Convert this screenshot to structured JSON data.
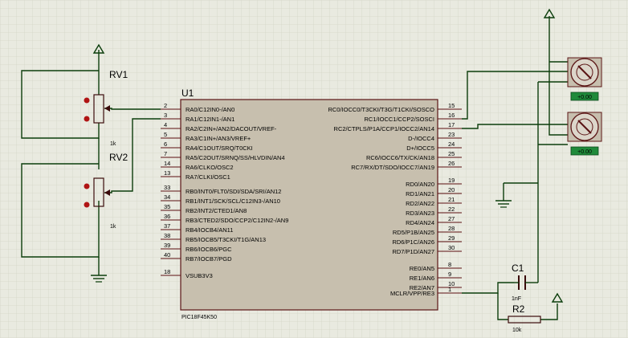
{
  "mcu": {
    "ref": "U1",
    "part": "PIC18F45K50",
    "left_pins": [
      {
        "num": "2",
        "name": "RA0/C12IN0-/AN0"
      },
      {
        "num": "3",
        "name": "RA1/C12IN1-/AN1"
      },
      {
        "num": "4",
        "name": "RA2/C2IN+/AN2/DACOUT/VREF-"
      },
      {
        "num": "5",
        "name": "RA3/C1IN+/AN3/VREF+"
      },
      {
        "num": "6",
        "name": "RA4/C1OUT/SRQ/T0CKI"
      },
      {
        "num": "7",
        "name": "RA5/C2OUT/SRNQ/SS/HLVDIN/AN4"
      },
      {
        "num": "14",
        "name": "RA6/CLKO/OSC2"
      },
      {
        "num": "13",
        "name": "RA7/CLKI/OSC1"
      },
      {
        "num": "33",
        "name": "RB0/INT0/FLT0/SDI/SDA/SRI/AN12"
      },
      {
        "num": "34",
        "name": "RB1/INT1/SCK/SCL/C12IN3-/AN10"
      },
      {
        "num": "35",
        "name": "RB2/INT2/CTED1/AN8"
      },
      {
        "num": "36",
        "name": "RB3/CTED2/SDO/CCP2/C12IN2-/AN9"
      },
      {
        "num": "37",
        "name": "RB4/IOCB4/AN11"
      },
      {
        "num": "38",
        "name": "RB5/IOCB5/T3CKI/T1G/AN13"
      },
      {
        "num": "39",
        "name": "RB6/IOCB6/PGC"
      },
      {
        "num": "40",
        "name": "RB7/IOCB7/PGD"
      },
      {
        "num": "18",
        "name": "VSUB3V3"
      }
    ],
    "right_pins": [
      {
        "num": "15",
        "name": "RC0/IOCC0/T3CKI/T3G/T1CKI/SOSCO"
      },
      {
        "num": "16",
        "name": "RC1/IOCC1/CCP2/SOSCI"
      },
      {
        "num": "17",
        "name": "RC2/CTPLS/P1A/CCP1/IOCC2/AN14"
      },
      {
        "num": "23",
        "name": "D-/IOCC4"
      },
      {
        "num": "24",
        "name": "D+/IOCC5"
      },
      {
        "num": "25",
        "name": "RC6/IOCC6/TX/CK/AN18"
      },
      {
        "num": "26",
        "name": "RC7/RX/DT/SDO/IOCC7/AN19"
      },
      {
        "num": "19",
        "name": "RD0/AN20"
      },
      {
        "num": "20",
        "name": "RD1/AN21"
      },
      {
        "num": "21",
        "name": "RD2/AN22"
      },
      {
        "num": "22",
        "name": "RD3/AN23"
      },
      {
        "num": "27",
        "name": "RD4/AN24"
      },
      {
        "num": "28",
        "name": "RD5/P1B/AN25"
      },
      {
        "num": "29",
        "name": "RD6/P1C/AN26"
      },
      {
        "num": "30",
        "name": "RD7/P1D/AN27"
      },
      {
        "num": "8",
        "name": "RE0/AN5"
      },
      {
        "num": "9",
        "name": "RE1/AN6"
      },
      {
        "num": "10",
        "name": "RE2/AN7"
      },
      {
        "num": "1",
        "name": "MCLR/VPP/RE3"
      }
    ]
  },
  "rv1": {
    "ref": "RV1",
    "value": "1k"
  },
  "rv2": {
    "ref": "RV2",
    "value": "1k"
  },
  "c1": {
    "ref": "C1",
    "value": "1nF"
  },
  "r2": {
    "ref": "R2",
    "value": "10k"
  },
  "servo_top": {
    "label": "+0.00"
  },
  "servo_bottom": {
    "label": "+0.00"
  },
  "colors": {
    "wire": "#0b3d0b",
    "chip": "#c7bfae",
    "grid": "#d3d5c8",
    "servo_label_bg": "#1f8a3a"
  }
}
